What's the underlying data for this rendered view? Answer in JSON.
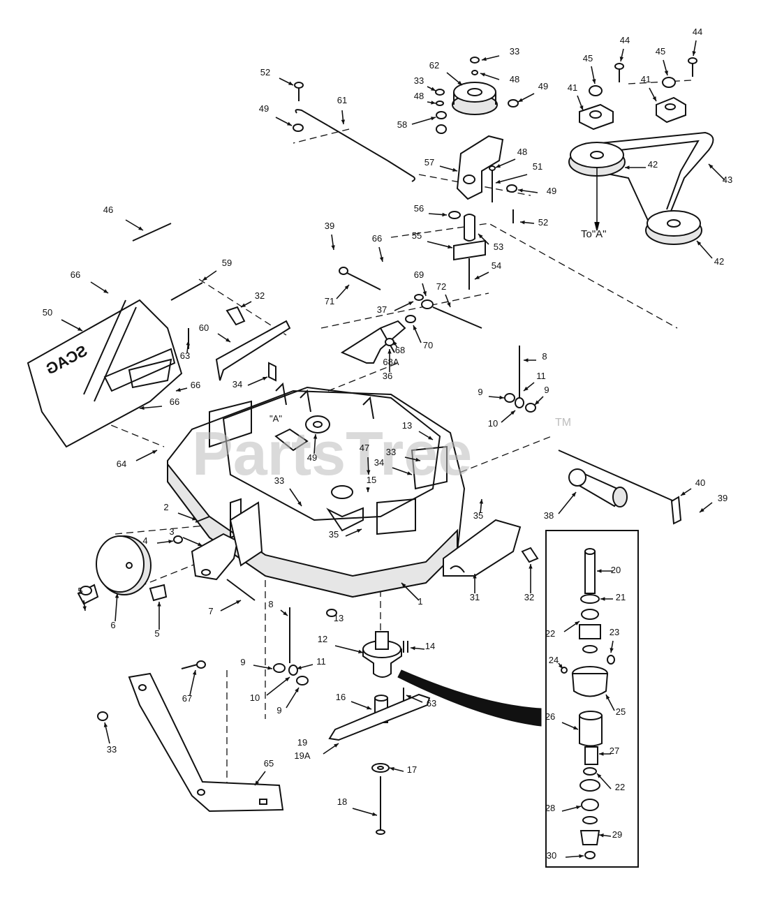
{
  "watermark": {
    "text": "PartsTree",
    "tm": "TM"
  },
  "deck_marking": {
    "text": "SCAG"
  },
  "callouts": [
    {
      "id": "c33a",
      "label": "33"
    },
    {
      "id": "c62",
      "label": "62"
    },
    {
      "id": "c48a",
      "label": "48"
    },
    {
      "id": "c33b",
      "label": "33"
    },
    {
      "id": "c48b",
      "label": "48"
    },
    {
      "id": "c49a",
      "label": "49"
    },
    {
      "id": "c58",
      "label": "58"
    },
    {
      "id": "c52a",
      "label": "52"
    },
    {
      "id": "c49b",
      "label": "49"
    },
    {
      "id": "c61",
      "label": "61"
    },
    {
      "id": "c57",
      "label": "57"
    },
    {
      "id": "c48c",
      "label": "48"
    },
    {
      "id": "c51",
      "label": "51"
    },
    {
      "id": "c49c",
      "label": "49"
    },
    {
      "id": "c44a",
      "label": "44"
    },
    {
      "id": "c44b",
      "label": "44"
    },
    {
      "id": "c45a",
      "label": "45"
    },
    {
      "id": "c45b",
      "label": "45"
    },
    {
      "id": "c41a",
      "label": "41"
    },
    {
      "id": "c41b",
      "label": "41"
    },
    {
      "id": "c42a",
      "label": "42"
    },
    {
      "id": "c43",
      "label": "43"
    },
    {
      "id": "c42b",
      "label": "42"
    },
    {
      "id": "c46",
      "label": "46"
    },
    {
      "id": "c56",
      "label": "56"
    },
    {
      "id": "c52b",
      "label": "52"
    },
    {
      "id": "c53",
      "label": "53"
    },
    {
      "id": "c55",
      "label": "55"
    },
    {
      "id": "c39a",
      "label": "39"
    },
    {
      "id": "c66a",
      "label": "66"
    },
    {
      "id": "c54",
      "label": "54"
    },
    {
      "id": "c59",
      "label": "59"
    },
    {
      "id": "c66b",
      "label": "66"
    },
    {
      "id": "c32a",
      "label": "32"
    },
    {
      "id": "c69",
      "label": "69"
    },
    {
      "id": "c37",
      "label": "37"
    },
    {
      "id": "c72",
      "label": "72"
    },
    {
      "id": "c71",
      "label": "71"
    },
    {
      "id": "c50",
      "label": "50"
    },
    {
      "id": "c63a",
      "label": "63"
    },
    {
      "id": "c60",
      "label": "60"
    },
    {
      "id": "c70",
      "label": "70"
    },
    {
      "id": "c68",
      "label": "68"
    },
    {
      "id": "c68A",
      "label": "68A"
    },
    {
      "id": "c36",
      "label": "36"
    },
    {
      "id": "c8a",
      "label": "8"
    },
    {
      "id": "c34a",
      "label": "34"
    },
    {
      "id": "c66c",
      "label": "66"
    },
    {
      "id": "c66d",
      "label": "66"
    },
    {
      "id": "c11a",
      "label": "11"
    },
    {
      "id": "c9a",
      "label": "9"
    },
    {
      "id": "c9b",
      "label": "9"
    },
    {
      "id": "c10a",
      "label": "10"
    },
    {
      "id": "cA",
      "label": "\"A\""
    },
    {
      "id": "c13a",
      "label": "13"
    },
    {
      "id": "c49d",
      "label": "49"
    },
    {
      "id": "c64",
      "label": "64"
    },
    {
      "id": "c47",
      "label": "47"
    },
    {
      "id": "c33c",
      "label": "33"
    },
    {
      "id": "c34b",
      "label": "34"
    },
    {
      "id": "c15",
      "label": "15"
    },
    {
      "id": "c40",
      "label": "40"
    },
    {
      "id": "c39b",
      "label": "39"
    },
    {
      "id": "c33d",
      "label": "33"
    },
    {
      "id": "c35a",
      "label": "35"
    },
    {
      "id": "c2",
      "label": "2"
    },
    {
      "id": "c38",
      "label": "38"
    },
    {
      "id": "c3",
      "label": "3"
    },
    {
      "id": "c35b",
      "label": "35"
    },
    {
      "id": "c4",
      "label": "4"
    },
    {
      "id": "c20",
      "label": "20"
    },
    {
      "id": "c5a",
      "label": "5"
    },
    {
      "id": "c21",
      "label": "21"
    },
    {
      "id": "c1",
      "label": "1"
    },
    {
      "id": "c31",
      "label": "31"
    },
    {
      "id": "c32b",
      "label": "32"
    },
    {
      "id": "c6",
      "label": "6"
    },
    {
      "id": "c5b",
      "label": "5"
    },
    {
      "id": "c7",
      "label": "7"
    },
    {
      "id": "c22a",
      "label": "22"
    },
    {
      "id": "c23",
      "label": "23"
    },
    {
      "id": "c13b",
      "label": "13"
    },
    {
      "id": "c8b",
      "label": "8"
    },
    {
      "id": "c12",
      "label": "12"
    },
    {
      "id": "c14",
      "label": "14"
    },
    {
      "id": "c24",
      "label": "24"
    },
    {
      "id": "c11b",
      "label": "11"
    },
    {
      "id": "c9c",
      "label": "9"
    },
    {
      "id": "c67",
      "label": "67"
    },
    {
      "id": "c10b",
      "label": "10"
    },
    {
      "id": "c9d",
      "label": "9"
    },
    {
      "id": "c25",
      "label": "25"
    },
    {
      "id": "c63b",
      "label": "63"
    },
    {
      "id": "c16",
      "label": "16"
    },
    {
      "id": "c26",
      "label": "26"
    },
    {
      "id": "c33e",
      "label": "33"
    },
    {
      "id": "c19",
      "label": "19"
    },
    {
      "id": "c19A",
      "label": "19A"
    },
    {
      "id": "c27",
      "label": "27"
    },
    {
      "id": "c17",
      "label": "17"
    },
    {
      "id": "c65",
      "label": "65"
    },
    {
      "id": "c22b",
      "label": "22"
    },
    {
      "id": "c18",
      "label": "18"
    },
    {
      "id": "c28",
      "label": "28"
    },
    {
      "id": "c29",
      "label": "29"
    },
    {
      "id": "c30",
      "label": "30"
    }
  ],
  "reference_note": {
    "to_a": "To\"A\""
  },
  "colors": {
    "line": "#111111",
    "watermark": "#bdbdbd",
    "background": "#ffffff"
  }
}
